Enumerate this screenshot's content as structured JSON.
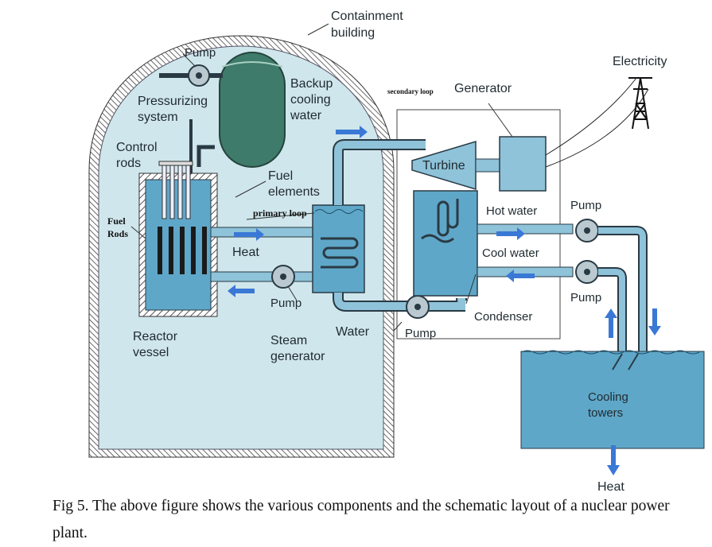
{
  "labels": {
    "containment_building": [
      "Containment",
      "building"
    ],
    "electricity": "Electricity",
    "pump_top": "Pump",
    "pressurizing_system": [
      "Pressurizing",
      "system"
    ],
    "backup_cooling_water": [
      "Backup",
      "cooling",
      "water"
    ],
    "secondary_loop": "secondary loop",
    "generator": "Generator",
    "control_rods": [
      "Control",
      "rods"
    ],
    "turbine": "Turbine",
    "fuel_elements": [
      "Fuel",
      "elements"
    ],
    "primary_loop": "primary loop",
    "fuel_rods": [
      "Fuel",
      "Rods"
    ],
    "hot_water": "Hot water",
    "pump_right_top": "Pump",
    "heat_inner": "Heat",
    "cool_water": "Cool water",
    "pump_right_bottom": "Pump",
    "pump_reactor": "Pump",
    "condenser": "Condenser",
    "reactor_vessel": [
      "Reactor",
      "vessel"
    ],
    "water": "Water",
    "pump_condenser": "Pump",
    "steam_generator": [
      "Steam",
      "generator"
    ],
    "cooling_towers": [
      "Cooling",
      "towers"
    ],
    "heat_out": "Heat"
  },
  "caption": "Fig 5. The above figure shows the various components and the schematic layout of a nuclear power plant.",
  "colors": {
    "containment_fill": "#cfe6ec",
    "water_blue": "#5fa7c8",
    "pipe_blue": "#8ec3d9",
    "arrow_blue": "#3a78d6",
    "dark_outline": "#2a3a44"
  }
}
